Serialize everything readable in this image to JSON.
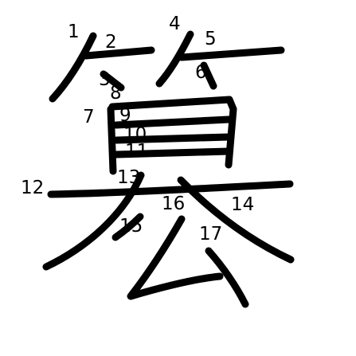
{
  "character": "簒",
  "stroke_color": "#000000",
  "background_color": "#ffffff",
  "stroke_numbers": [
    "1",
    "2",
    "3",
    "4",
    "5",
    "6",
    "7",
    "8",
    "9",
    "10",
    "11",
    "12",
    "13",
    "14",
    "15",
    "16",
    "17"
  ]
}
